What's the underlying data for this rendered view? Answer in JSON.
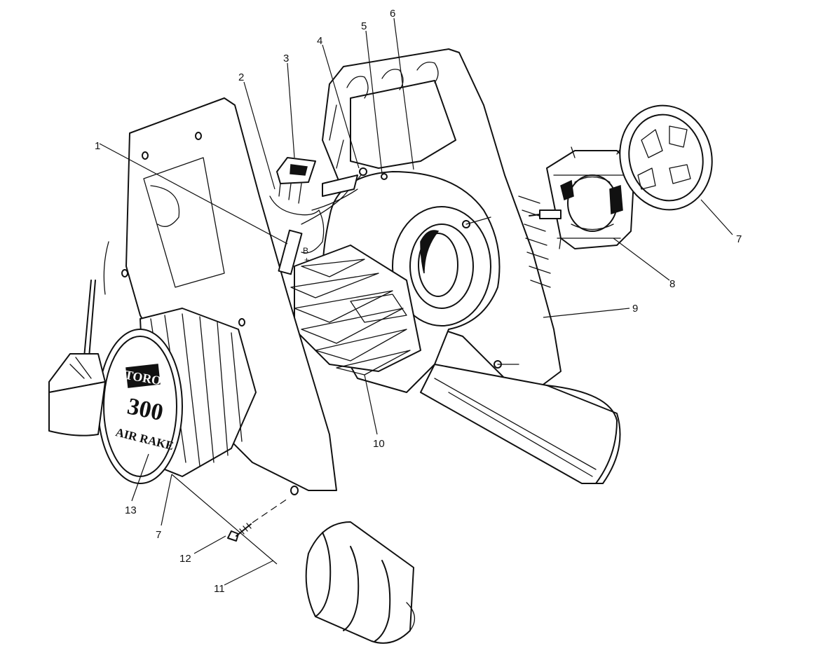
{
  "callouts": [
    {
      "id": "1",
      "text": "1"
    },
    {
      "id": "2",
      "text": "2"
    },
    {
      "id": "3",
      "text": "3"
    },
    {
      "id": "4",
      "text": "4"
    },
    {
      "id": "5",
      "text": "5"
    },
    {
      "id": "6",
      "text": "6"
    },
    {
      "id": "7a",
      "text": "7"
    },
    {
      "id": "8",
      "text": "8"
    },
    {
      "id": "9",
      "text": "9"
    },
    {
      "id": "10",
      "text": "10"
    },
    {
      "id": "11",
      "text": "11"
    },
    {
      "id": "12",
      "text": "12"
    },
    {
      "id": "13",
      "text": "13"
    },
    {
      "id": "7b",
      "text": "7"
    }
  ],
  "cap_label": {
    "brand": "TORO",
    "model": "300",
    "name": "AIR RAKE"
  },
  "terminal_mark": {
    "letter": "B",
    "sign": "+"
  }
}
